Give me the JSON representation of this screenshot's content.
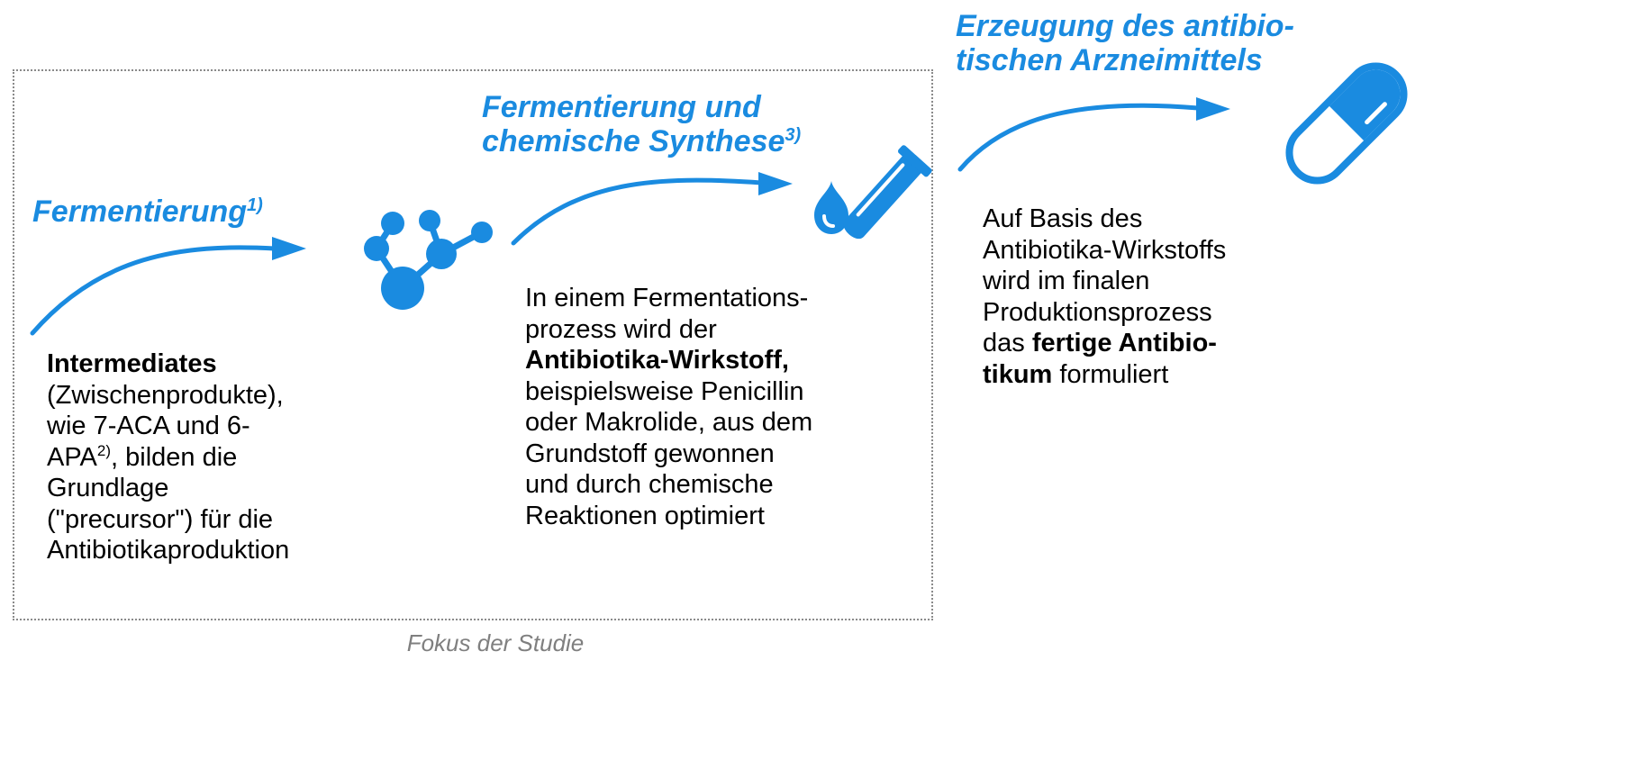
{
  "colors": {
    "accent": "#1a8be0",
    "text": "#000000",
    "focus_border": "#8a8a8a",
    "focus_label": "#7f7f7f"
  },
  "steps": [
    {
      "title": "Fermentierung",
      "title_note": "1)",
      "icon": "molecule-icon",
      "lines": [
        {
          "bold": "Intermediates"
        },
        {
          "text": "(Zwischenprodukte),"
        },
        {
          "text": "wie 7-ACA und 6-"
        },
        {
          "text": "APA",
          "note": "2)",
          "after": ", bilden die"
        },
        {
          "text": "Grundlage"
        },
        {
          "text": "(\"precursor\") für die"
        },
        {
          "text": "Antibiotikaproduktion"
        }
      ]
    },
    {
      "title_line1": "Fermentierung und",
      "title_line2": "chemische Synthese",
      "title_note": "3)",
      "icon": "test-tube-icon",
      "lines": [
        {
          "text": "In einem Fermentations-"
        },
        {
          "text": "prozess wird der"
        },
        {
          "bold": "Antibiotika-Wirkstoff,"
        },
        {
          "text": "beispielsweise Penicillin"
        },
        {
          "text": "oder Makrolide, aus dem"
        },
        {
          "text": "Grundstoff gewonnen"
        },
        {
          "text": "und durch chemische"
        },
        {
          "text": "Reaktionen optimiert"
        }
      ]
    },
    {
      "title_line1": "Erzeugung des antibio-",
      "title_line2": "tischen Arzneimittels",
      "icon": "capsule-icon",
      "lines": [
        {
          "text": "Auf Basis des"
        },
        {
          "text": "Antibiotika-Wirkstoffs"
        },
        {
          "text": "wird im finalen"
        },
        {
          "text": "Produktionsprozess"
        },
        {
          "text": "das ",
          "bold": "fertige Antibio-"
        },
        {
          "bold": "tikum",
          "after": " formuliert"
        }
      ]
    }
  ],
  "focus": {
    "label": "Fokus der Studie"
  }
}
